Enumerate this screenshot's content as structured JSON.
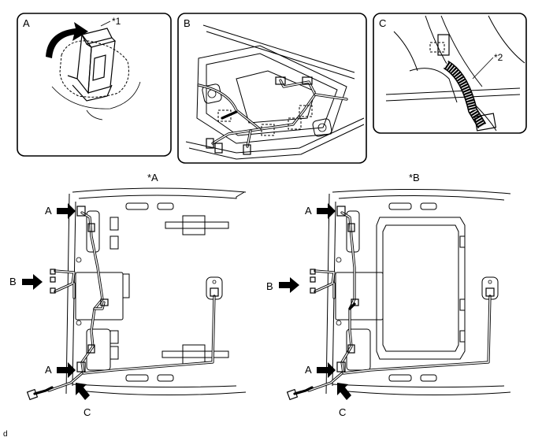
{
  "panels": {
    "a": {
      "label": "A",
      "callout": "*1"
    },
    "b": {
      "label": "B"
    },
    "c": {
      "label": "C",
      "callout": "*2"
    }
  },
  "views": {
    "left": {
      "title": "*A",
      "arrow_a_top": "A",
      "arrow_b": "B",
      "arrow_a_bottom": "A",
      "arrow_c": "C"
    },
    "right": {
      "title": "*B",
      "arrow_a_top": "A",
      "arrow_b": "B",
      "arrow_a_bottom": "A",
      "arrow_c": "C"
    }
  },
  "footer": {
    "code": "d"
  }
}
